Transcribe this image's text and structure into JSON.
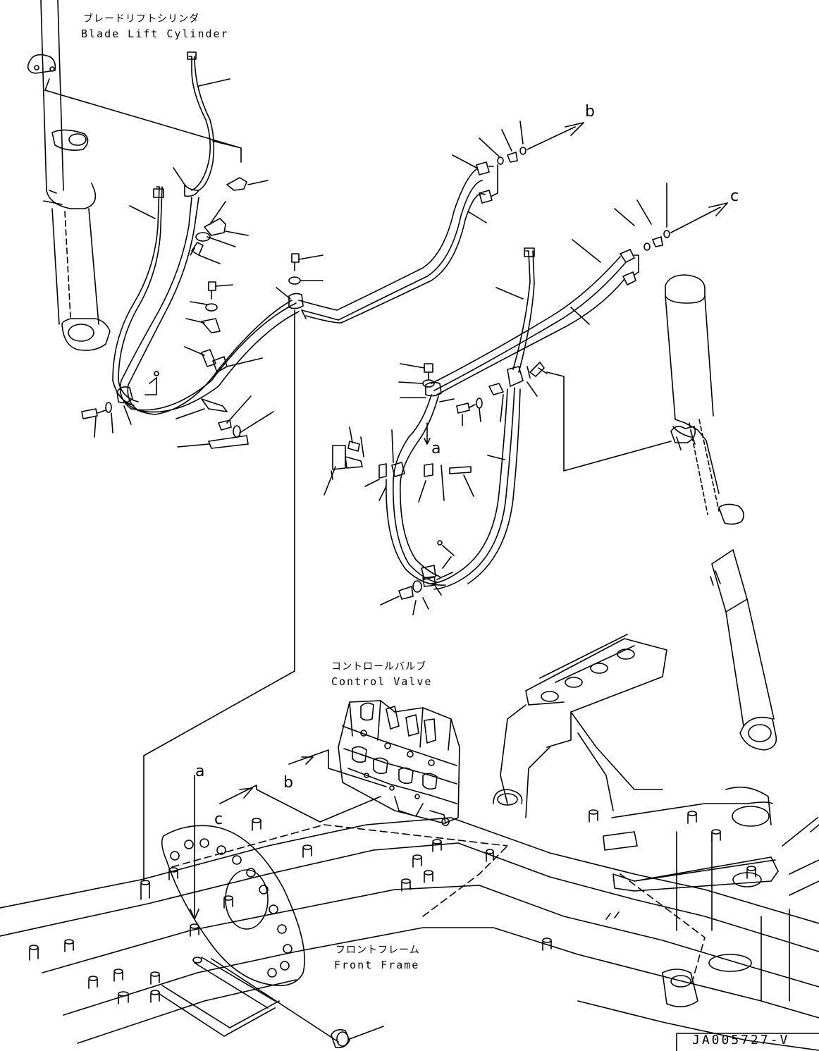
{
  "labels": {
    "blade_lift_jp": "ブレードリフトシリンダ",
    "blade_lift_en": "Blade Lift Cylinder",
    "control_valve_jp": "コントロールバルブ",
    "control_valve_en": "Control Valve",
    "front_frame_jp": "フロントフレーム",
    "front_frame_en": "Front Frame"
  },
  "refs": {
    "b_top": "b",
    "c_top": "c",
    "a_mid": "a",
    "a_bottom": "a",
    "b_bottom": "b",
    "c_bottom": "c"
  },
  "drawing_code": "JA005727-V"
}
